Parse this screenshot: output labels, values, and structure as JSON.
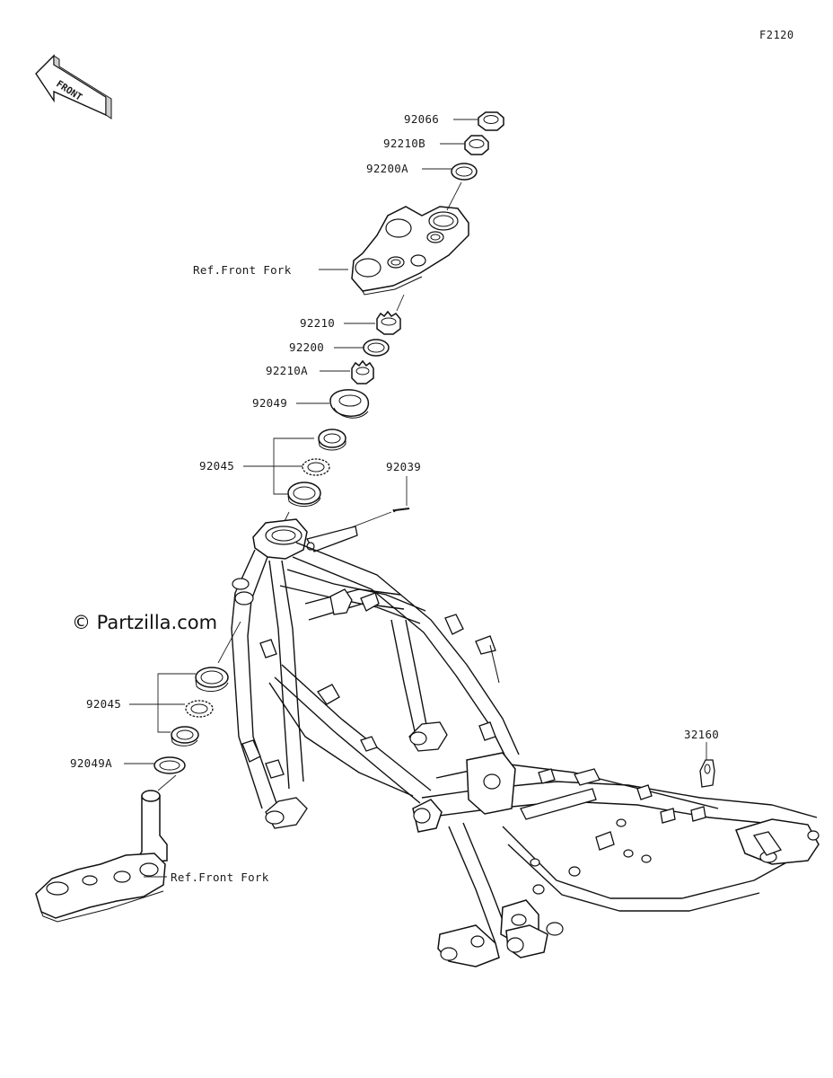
{
  "figure_code": "F2120",
  "front_arrow_label": "FRONT",
  "watermark": "© Partzilla.com",
  "labels": {
    "p92066": "92066",
    "p92210B": "92210B",
    "p92200A": "92200A",
    "ref_front_fork_top": "Ref.Front Fork",
    "p92210": "92210",
    "p92200": "92200",
    "p92210A": "92210A",
    "p92049": "92049",
    "p92045_upper": "92045",
    "p92039": "92039",
    "p92045_lower": "92045",
    "p92049A": "92049A",
    "ref_front_fork_bottom": "Ref.Front Fork",
    "p32160": "32160"
  }
}
